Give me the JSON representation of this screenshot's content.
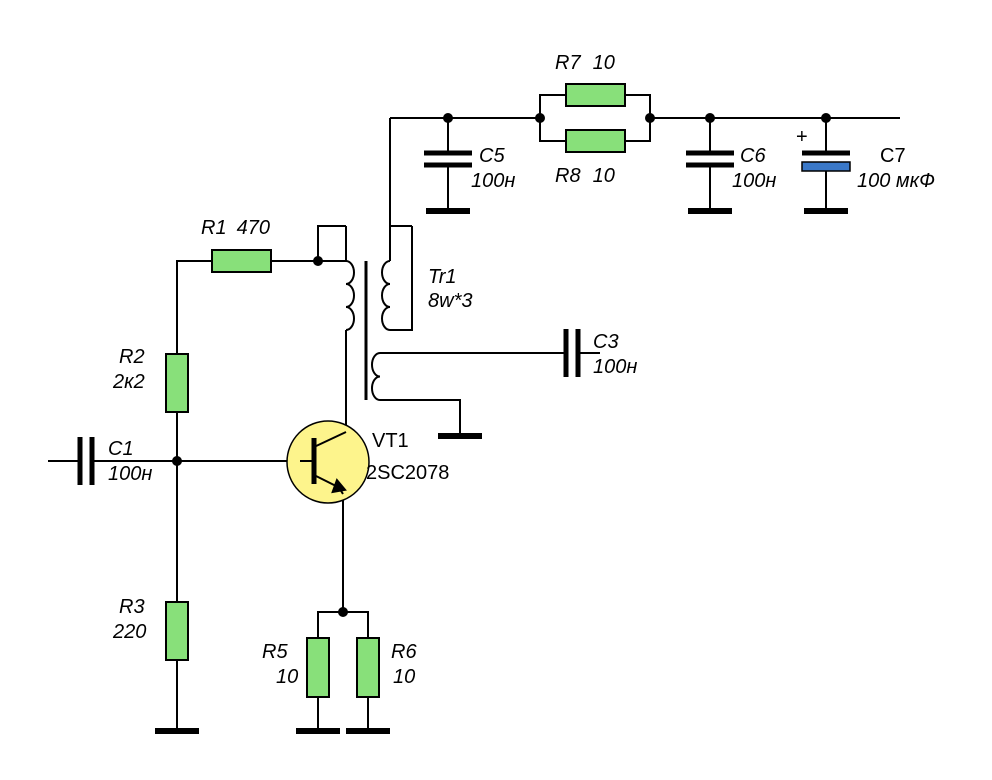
{
  "components": {
    "r1": {
      "ref": "R1",
      "value": "470"
    },
    "r2": {
      "ref": "R2",
      "value": "2к2"
    },
    "r3": {
      "ref": "R3",
      "value": "220"
    },
    "r5": {
      "ref": "R5",
      "value": "10"
    },
    "r6": {
      "ref": "R6",
      "value": "10"
    },
    "r7": {
      "ref": "R7",
      "value": "10"
    },
    "r8": {
      "ref": "R8",
      "value": "10"
    },
    "c1": {
      "ref": "C1",
      "value": "100н"
    },
    "c3": {
      "ref": "C3",
      "value": "100н"
    },
    "c5": {
      "ref": "C5",
      "value": "100н"
    },
    "c6": {
      "ref": "C6",
      "value": "100н"
    },
    "c7": {
      "ref": "C7",
      "value": "100 мкФ",
      "polarity": "+"
    },
    "tr1": {
      "ref": "Tr1",
      "value": "8w*3"
    },
    "vt1": {
      "ref": "VT1",
      "value": "2SC2078"
    }
  },
  "colors": {
    "resistor_fill": "#88e07a",
    "transistor_fill": "#fdf48c",
    "electrolytic_plate": "#3a78c8"
  }
}
